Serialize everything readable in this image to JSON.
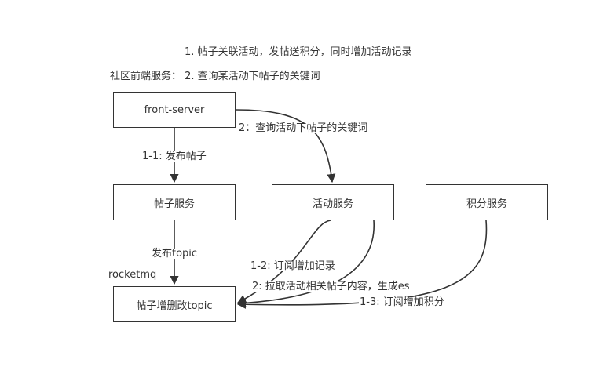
{
  "colors": {
    "stroke": "#333333",
    "background": "#ffffff"
  },
  "notes": {
    "line1": "1. 帖子关联活动，发帖送积分，同时增加活动记录",
    "line2": "社区前端服务：  2. 查询某活动下帖子的关键词"
  },
  "nodes": {
    "front_server": "front-server",
    "post_service": "帖子服务",
    "activity_service": "活动服务",
    "points_service": "积分服务",
    "post_topic": "帖子增删改topic",
    "mq_label": "rocketmq"
  },
  "edges": {
    "e_front_activity": "2：查询活动下帖子的关键词",
    "e_front_post": "1-1: 发布帖子",
    "e_post_topic": "发布topic",
    "e_activity_record": "1-2: 订阅增加记录",
    "e_activity_es": "2: 拉取活动相关帖子内容，生成es",
    "e_points": "1-3: 订阅增加积分"
  }
}
